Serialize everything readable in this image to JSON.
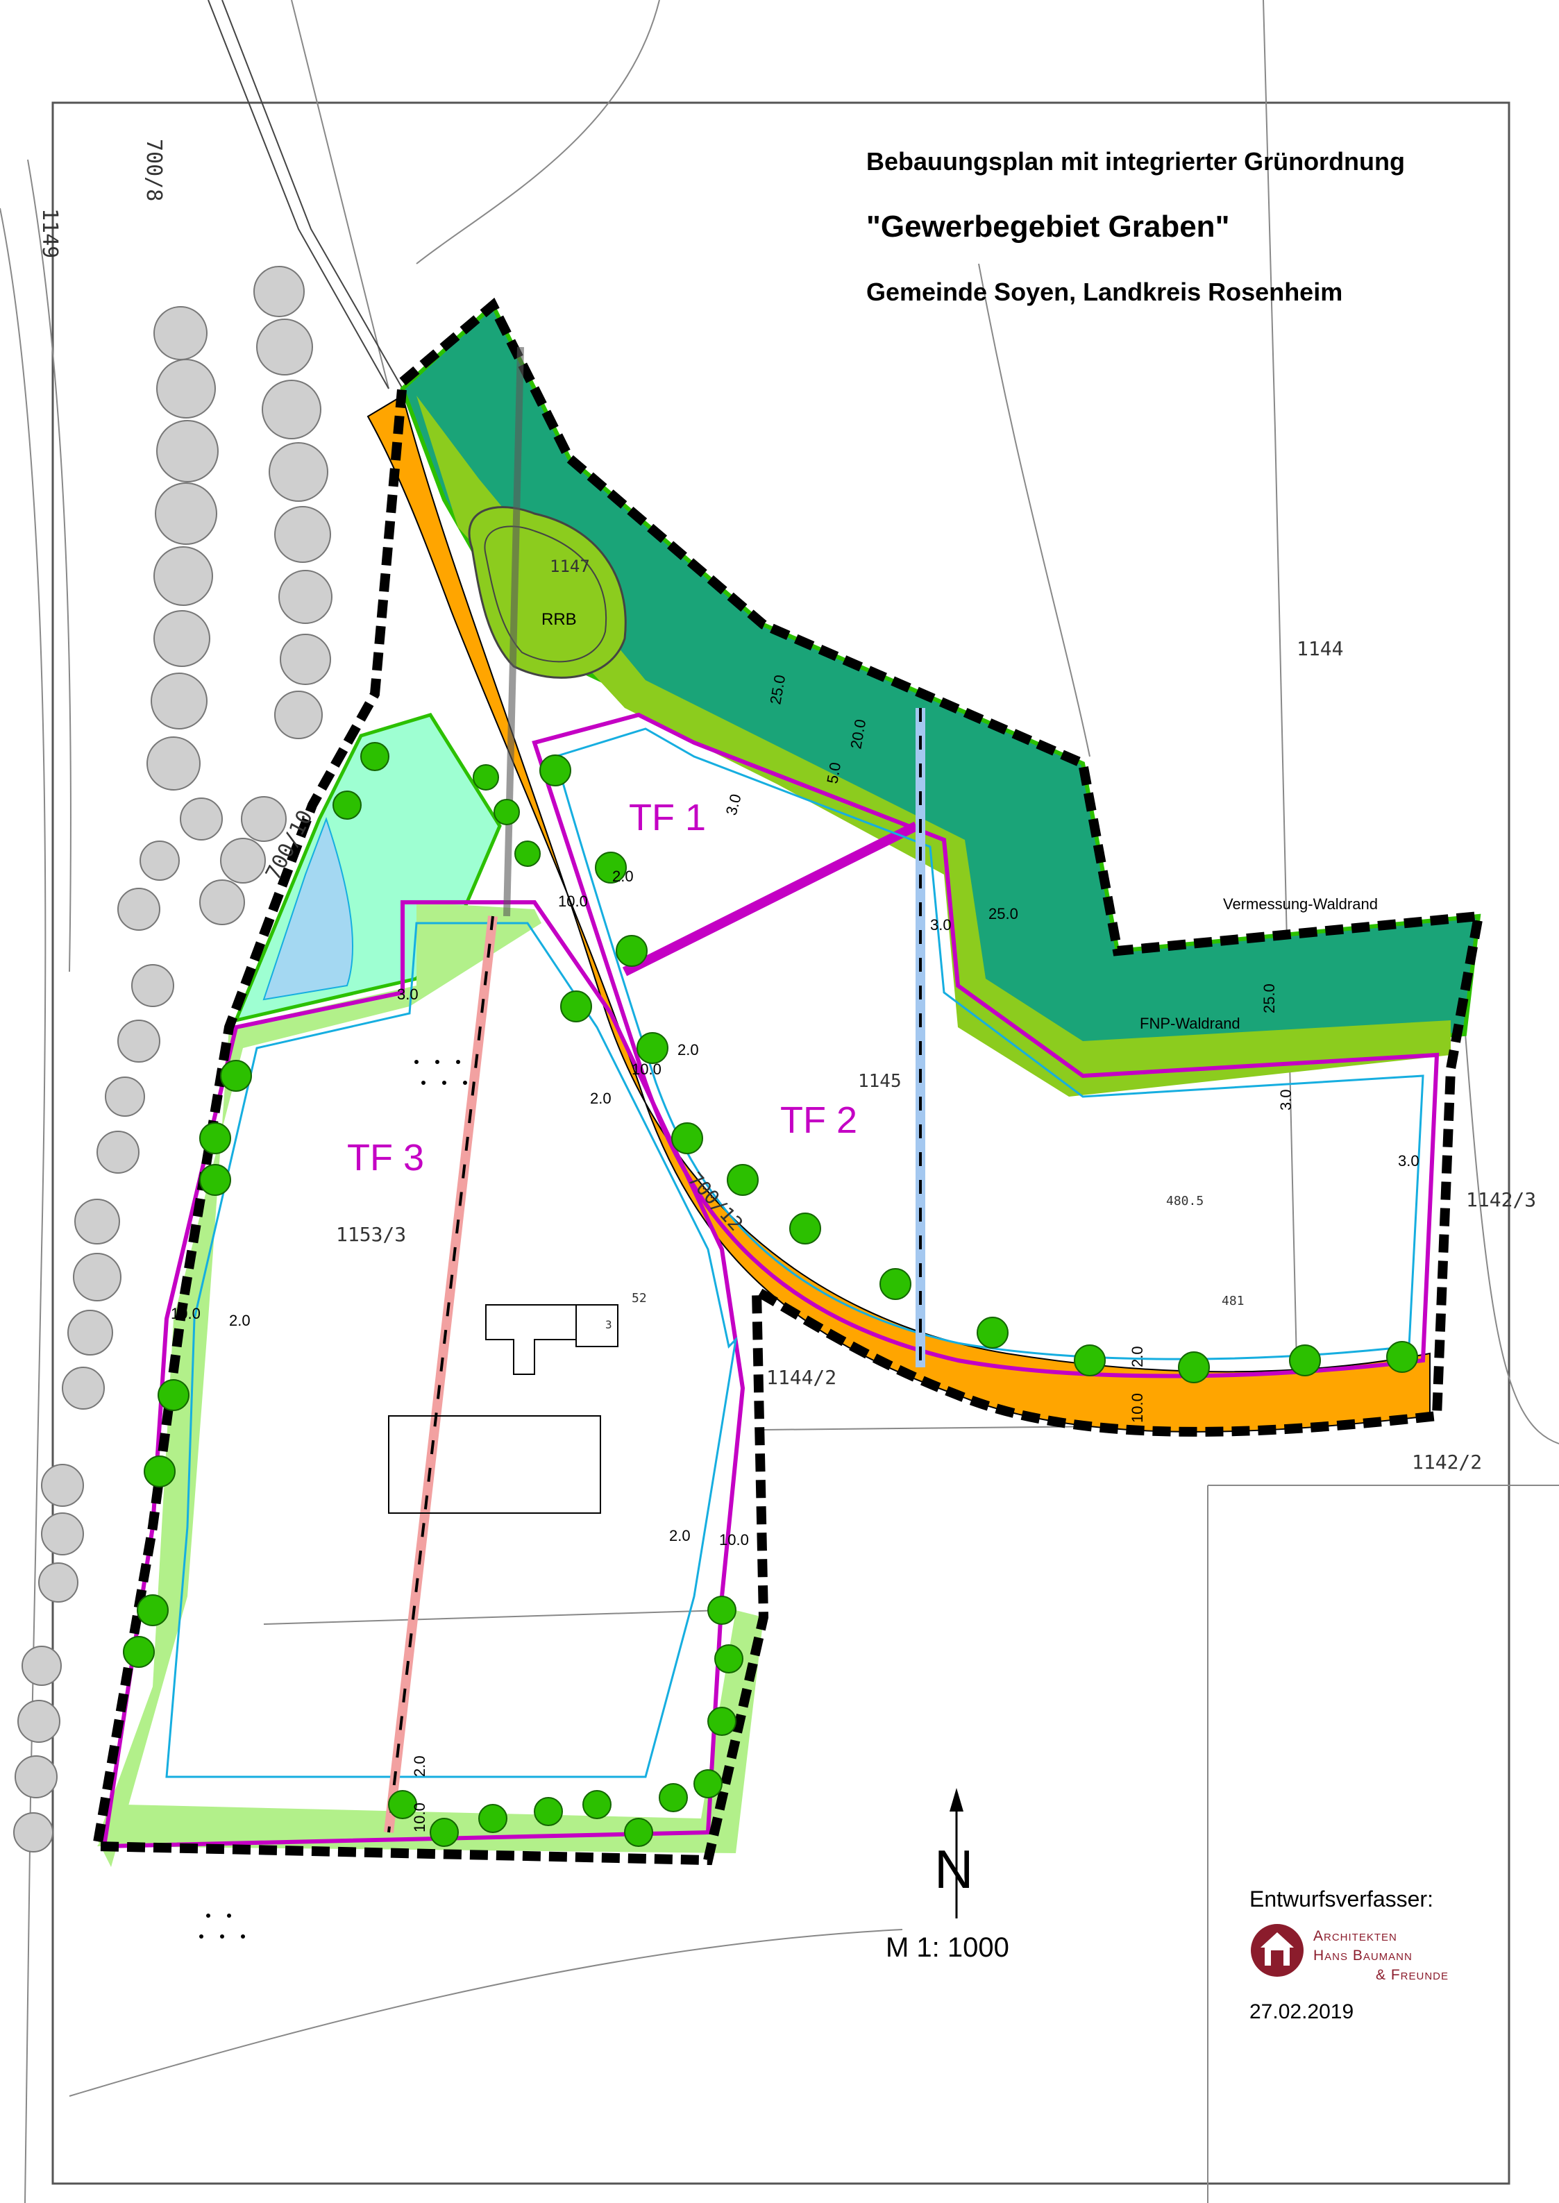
{
  "title": {
    "line1": "Bebauungsplan mit integrierter Grünordnung",
    "line2": "\"Gewerbegebiet Graben\"",
    "line3": "Gemeinde Soyen, Landkreis Rosenheim"
  },
  "parcels": {
    "p1149": "1149",
    "p700_8": "700/8",
    "p1147": "1147",
    "p1144": "1144",
    "p700_10": "700/10",
    "p1145": "1145",
    "p1142_3": "1142/3",
    "p1153_3": "1153/3",
    "p700_12": "700/12",
    "p1144_2": "1144/2",
    "p1142_2": "1142/2",
    "house_no": "52",
    "house_sub": "3",
    "contour_480_5": "480.5",
    "contour_481": "481"
  },
  "zones": {
    "tf1": "TF 1",
    "tf2": "TF 2",
    "tf3": "TF 3",
    "rrb": "RRB"
  },
  "annotations": {
    "vermessung": "Vermessung-Waldrand",
    "fnp": "FNP-Waldrand"
  },
  "dimensions": {
    "d25": "25.0",
    "d20": "20.0",
    "d5": "5.0",
    "d3": "3.0",
    "d10": "10.0",
    "d2": "2.0"
  },
  "legend": {
    "north": "N",
    "scale": "M 1: 1000",
    "author_label": "Entwurfsverfasser:",
    "firm_line1": "Architekten",
    "firm_line2": "Hans Baumann",
    "firm_line3": "& Freunde",
    "date": "27.02.2019"
  },
  "colors": {
    "orange_zone": "#ffa500",
    "forest_dark": "#1aa478",
    "forest_light": "#8ccc1e",
    "green_strip": "#b2f08a",
    "pond_green": "#9effd2",
    "pond_blue": "#a4d8f2",
    "boundary_magenta": "#c400c4",
    "building_line_cyan": "#16aee0",
    "tree_green": "#2cc000",
    "logo_red": "#8b1c2c"
  },
  "icons": {
    "north_arrow": "north-arrow-icon",
    "logo_house": "house-logo-icon",
    "tree_symbols": "tree-icon"
  }
}
